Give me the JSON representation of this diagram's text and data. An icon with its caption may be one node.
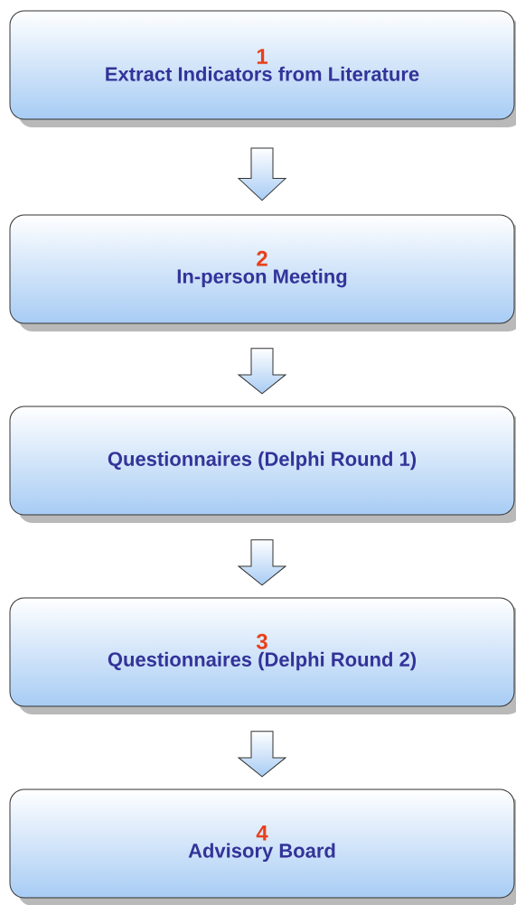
{
  "diagram": {
    "nodes": [
      {
        "text": [
          "1",
          "Extract Indicators from Literature"
        ]
      },
      {
        "text": [
          "2",
          "In-person Meeting"
        ]
      },
      {
        "text": [
          "Questionnaires (Delphi Round 1)"
        ]
      },
      {
        "text": [
          "3",
          "Questionnaires (Delphi Round 2)"
        ]
      },
      {
        "text": [
          "4",
          "Advisory Board"
        ]
      }
    ],
    "edges": [
      {
        "from": 0,
        "to": 1,
        "arrow": "to"
      },
      {
        "from": 1,
        "to": 2,
        "arrow": "to"
      },
      {
        "from": 2,
        "to": 3,
        "arrow": "to"
      },
      {
        "from": 3,
        "to": 4,
        "arrow": "to"
      }
    ]
  }
}
